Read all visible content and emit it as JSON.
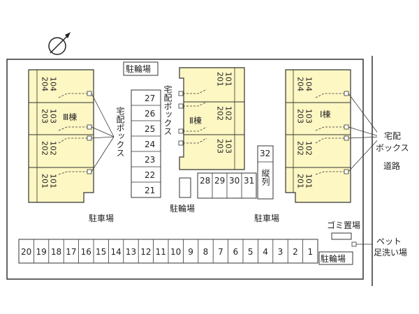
{
  "labels": {
    "bike_parking": "駐輪場",
    "car_parking": "駐車場",
    "delivery_box": "宅配ボックス",
    "delivery_box_line1": "宅配",
    "delivery_box_line2": "ボックス",
    "garbage": "ゴミ置場",
    "pet_wash_line1": "ペット",
    "pet_wash_line2": "足洗い場",
    "road": "道路",
    "vertical_parking": "縦列"
  },
  "buildings": {
    "b3": {
      "name": "Ⅲ棟",
      "units": [
        {
          "top": "204",
          "bottom": "104"
        },
        {
          "top": "203",
          "bottom": "103"
        },
        {
          "top": "202",
          "bottom": "102"
        },
        {
          "top": "201",
          "bottom": "101"
        }
      ]
    },
    "b2": {
      "name": "Ⅱ棟",
      "units": [
        {
          "top": "201",
          "bottom": "101"
        },
        {
          "top": "202",
          "bottom": "102"
        },
        {
          "top": "203",
          "bottom": "103"
        }
      ]
    },
    "b1": {
      "name": "Ⅰ棟",
      "units": [
        {
          "top": "204",
          "bottom": "104"
        },
        {
          "top": "203",
          "bottom": "103"
        },
        {
          "top": "202",
          "bottom": "102"
        },
        {
          "top": "201",
          "bottom": "101"
        }
      ]
    }
  },
  "parking": {
    "stack_column": [
      "27",
      "26",
      "25",
      "24",
      "23",
      "22",
      "21"
    ],
    "middle_row": [
      "28",
      "29",
      "30",
      "31"
    ],
    "vertical_slot": "32",
    "bottom_row": [
      "20",
      "19",
      "18",
      "17",
      "16",
      "15",
      "14",
      "13",
      "12",
      "11",
      "10",
      "9",
      "8",
      "7",
      "6",
      "5",
      "4",
      "3",
      "2",
      "1"
    ]
  },
  "colors": {
    "building_fill": "#fdf7c3",
    "outline": "#333333",
    "background": "#ffffff"
  }
}
